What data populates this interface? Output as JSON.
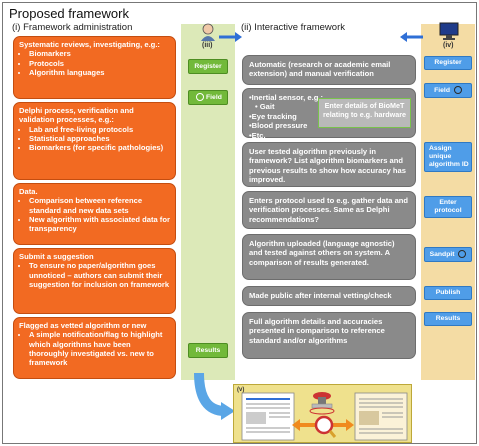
{
  "title": "Proposed framework",
  "col1_heading": "(i) Framework administration",
  "col2_heading": "(ii) Interactive  framework",
  "label_iii": "(iii)",
  "label_iv": "(iv)",
  "label_v": "(v)",
  "admin_boxes": [
    {
      "heading": "Systematic reviews, investigating, e.g.:",
      "bullets": [
        "Biomarkers",
        "Protocols",
        "Algorithm languages"
      ]
    },
    {
      "heading": "Delphi process, verification and validation processes, e.g.:",
      "bullets": [
        "Lab and free-living protocols",
        "Statistical approaches",
        "Biomarkers (for specific pathologies)"
      ]
    },
    {
      "heading": "Data.",
      "bullets": [
        "Comparison between reference standard and new data sets",
        "New algorithm with associated data for transparency"
      ]
    },
    {
      "heading": "Submit a suggestion",
      "bullets": [
        "To ensure no paper/algorithm goes unnoticed – authors can submit their suggestion for inclusion on framework"
      ]
    },
    {
      "heading": "Flagged as vetted algorithm or new",
      "bullets": [
        "A simple notification/flag to highlight which algorithms have been thoroughly investigated vs. new to framework"
      ]
    }
  ],
  "green_buttons": {
    "register": "Register",
    "field": "Field",
    "results": "Results"
  },
  "interactive_boxes": {
    "box1": "Automatic (research or academic email extension) and manual verification",
    "box2_items": [
      "•Inertial sensor, e.g.:",
      "• Gait",
      "•Eye tracking",
      "•Blood pressure",
      "•Etc."
    ],
    "box2_inner": "Enter details of BioMeT relating to e.g. hardware",
    "box3": "User tested algorithm previously in framework? List algorithm biomarkers and previous results to show how accuracy has improved.",
    "box4": "Enters protocol used to e.g. gather data and  verification processes. Same as Delphi  recommendations?",
    "box5": "Algorithm uploaded (language agnostic) and tested against others on system. A comparison of results generated.",
    "box6": "Made public after internal vetting/check",
    "box7": "Full algorithm details and accuracies presented in comparison to reference standard and/or algorithms"
  },
  "blue_buttons": {
    "register": "Register",
    "field": "Field",
    "assign": "Assign unique algorithm ID",
    "enter_protocol": "Enter protocol",
    "sandpit": "Sandpit",
    "publish": "Publish",
    "results": "Results"
  },
  "colors": {
    "orange": "#f26a22",
    "grey": "#8a8a8a",
    "green": "#72b93a",
    "blue": "#4f9de8",
    "panel_green": "#dce9b8",
    "panel_tan": "#f4dca4",
    "panel_yellow": "#efe18d"
  }
}
